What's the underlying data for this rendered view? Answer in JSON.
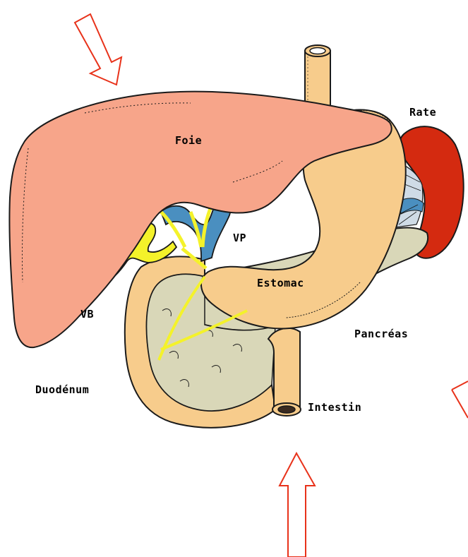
{
  "labels": {
    "foie": "Foie",
    "rate": "Rate",
    "vp": "VP",
    "estomac": "Estomac",
    "vb": "VB",
    "pancreas": "Pancréas",
    "duodenum": "Duodénum",
    "intestin": "Intestin"
  },
  "colors": {
    "liver": "#F7A58A",
    "stomach": "#F7CC8C",
    "pancreas": "#D9D7B8",
    "spleen": "#D42A10",
    "bile": "#F4F22A",
    "portal_vein": "#4A8FC0",
    "arrow": "#E8321A",
    "outline": "#1A1A1A"
  }
}
